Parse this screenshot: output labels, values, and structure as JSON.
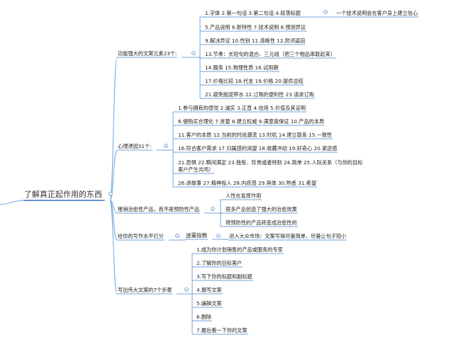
{
  "colors": {
    "line": "#6fa3d9",
    "underline": "#6fa3d9",
    "root_underline": "#2f6fc2",
    "collapse": "#7fa8d6"
  },
  "root": "了解真正起作用的东西",
  "b1": {
    "label": "功能强大的文案元素23个:",
    "leaves": [
      "1.字体   2.第一句话   3.第二句话   4.段落标题",
      "5.产品说明   6.新特性   7.技术说明   8.预测异议",
      "9.解决异议        10.性别        11.清晰性        12.防词盗窃",
      "13.节奏：长短句的混合、三元组（把三个物品串联起来）",
      "14.服务        15.物理性质        16.试用期",
      "17.价格比较        18.代言        19.价格        20.提供总结",
      "21.避免抛泥带水        22.订购的便利性        23.请求订购"
    ],
    "note": "一个技术说明会在客户身上建立信心"
  },
  "b2": {
    "label": "心理诱因31个:",
    "leaves": [
      "1.参与拥有的感觉   2.诚实   3.正直   4.信用   5.价值及其证明",
      "6.使购买合理化   7.贪婪   8.建立权威   9.满意度保证   10.产品的本质",
      "11.客户的本质   12.当前的时尚潮流   13.时机      14.建立联系   15.一致性",
      "16.符合客户需求   17.归属感的渴望   18.收藏冲动   19.好奇心   20.紧迫感",
      "21.恐惧    22.瞬间满足    23.独有、珍贵或者特别    24.简单    25.人际关系（与你的目标",
      "客户产生共鸣）",
      "26.讲故事    27.精神投入    28.内疚感    29.具体    30.熟悉       31.希望"
    ]
  },
  "b3": {
    "label": "推销治愈性产品，而不是预防性产品",
    "leaves": [
      "人性在发挥作用",
      "很多产品创造了强大的治愈效果",
      "将预防性的产品转变成治愈性的"
    ]
  },
  "b4": {
    "label": "给你的写作水平打分",
    "mid": "迷雾指数",
    "leaf": "进入大众市场：文案写得尽量简单，尽量让句子短小"
  },
  "b5": {
    "label": "写出伟大文案的7个步骤",
    "leaves": [
      "1.成为你计划销售的产品或服务的专家",
      "2.了解你的目标客户",
      "3.写下你的标题和副标题",
      "4.撰写文案",
      "5.编辑文案",
      "6.删除",
      "7.最后看一下你的文案"
    ]
  }
}
